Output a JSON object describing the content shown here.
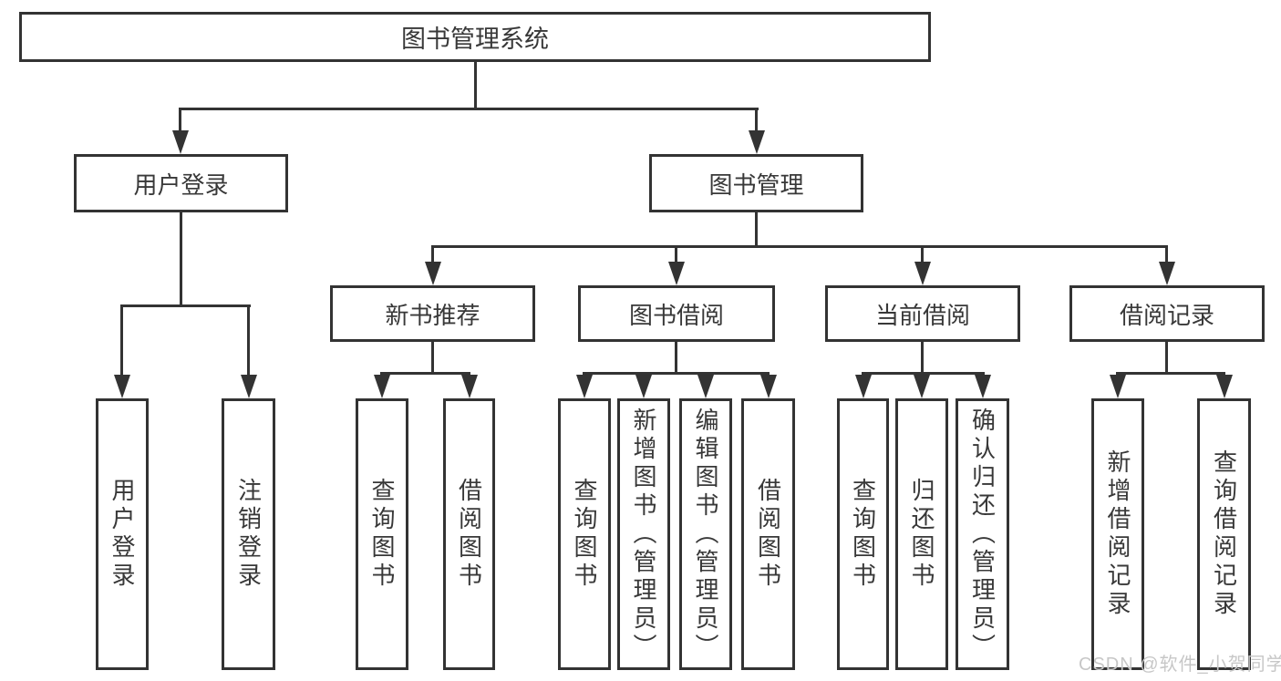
{
  "tree": {
    "label": "图书管理系统",
    "children": [
      {
        "label": "用户登录",
        "children": [
          {
            "label": "用户登录"
          },
          {
            "label": "注销登录"
          }
        ]
      },
      {
        "label": "图书管理",
        "children": [
          {
            "label": "新书推荐",
            "children": [
              {
                "label": "查询图书"
              },
              {
                "label": "借阅图书"
              }
            ]
          },
          {
            "label": "图书借阅",
            "children": [
              {
                "label": "查询图书"
              },
              {
                "label": "新增图书（管理员）"
              },
              {
                "label": "编辑图书（管理员）"
              },
              {
                "label": "借阅图书"
              }
            ]
          },
          {
            "label": "当前借阅",
            "children": [
              {
                "label": "查询图书"
              },
              {
                "label": "归还图书"
              },
              {
                "label": "确认归还（管理员）"
              }
            ]
          },
          {
            "label": "借阅记录",
            "children": [
              {
                "label": "新增借阅记录"
              },
              {
                "label": "查询借阅记录"
              }
            ]
          }
        ]
      }
    ]
  },
  "watermark": "CSDN @软件_小贺同学",
  "colors": {
    "line": "#333333",
    "text": "#383838",
    "watermark": "#c7c7c7",
    "background": "#ffffff"
  }
}
